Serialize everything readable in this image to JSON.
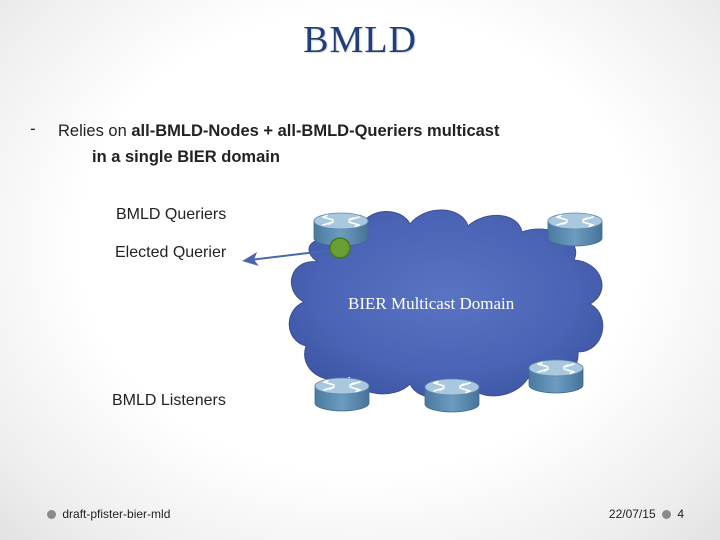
{
  "slide": {
    "title": "BMLD",
    "bullet_marker": "-",
    "bullet_prefix": "Relies on ",
    "bullet_bold_1": "all-BMLD-Nodes + all-BMLD-Queriers multicast",
    "bullet_bold_2": "in a single BIER domain"
  },
  "diagram": {
    "queriers_label": "BMLD Queriers",
    "elected_label": "Elected Querier",
    "listeners_label": "BMLD Listeners",
    "cloud_label": "BIER Multicast Domain"
  },
  "footer": {
    "left_text": "draft-pfister-bier-mld",
    "date": "22/07/15",
    "page_number": "4"
  },
  "colors": {
    "title": "#1f3f7a",
    "cloud": "#4a63b4",
    "router": "#5b8fb5",
    "elected_querier": "#6aa033"
  }
}
